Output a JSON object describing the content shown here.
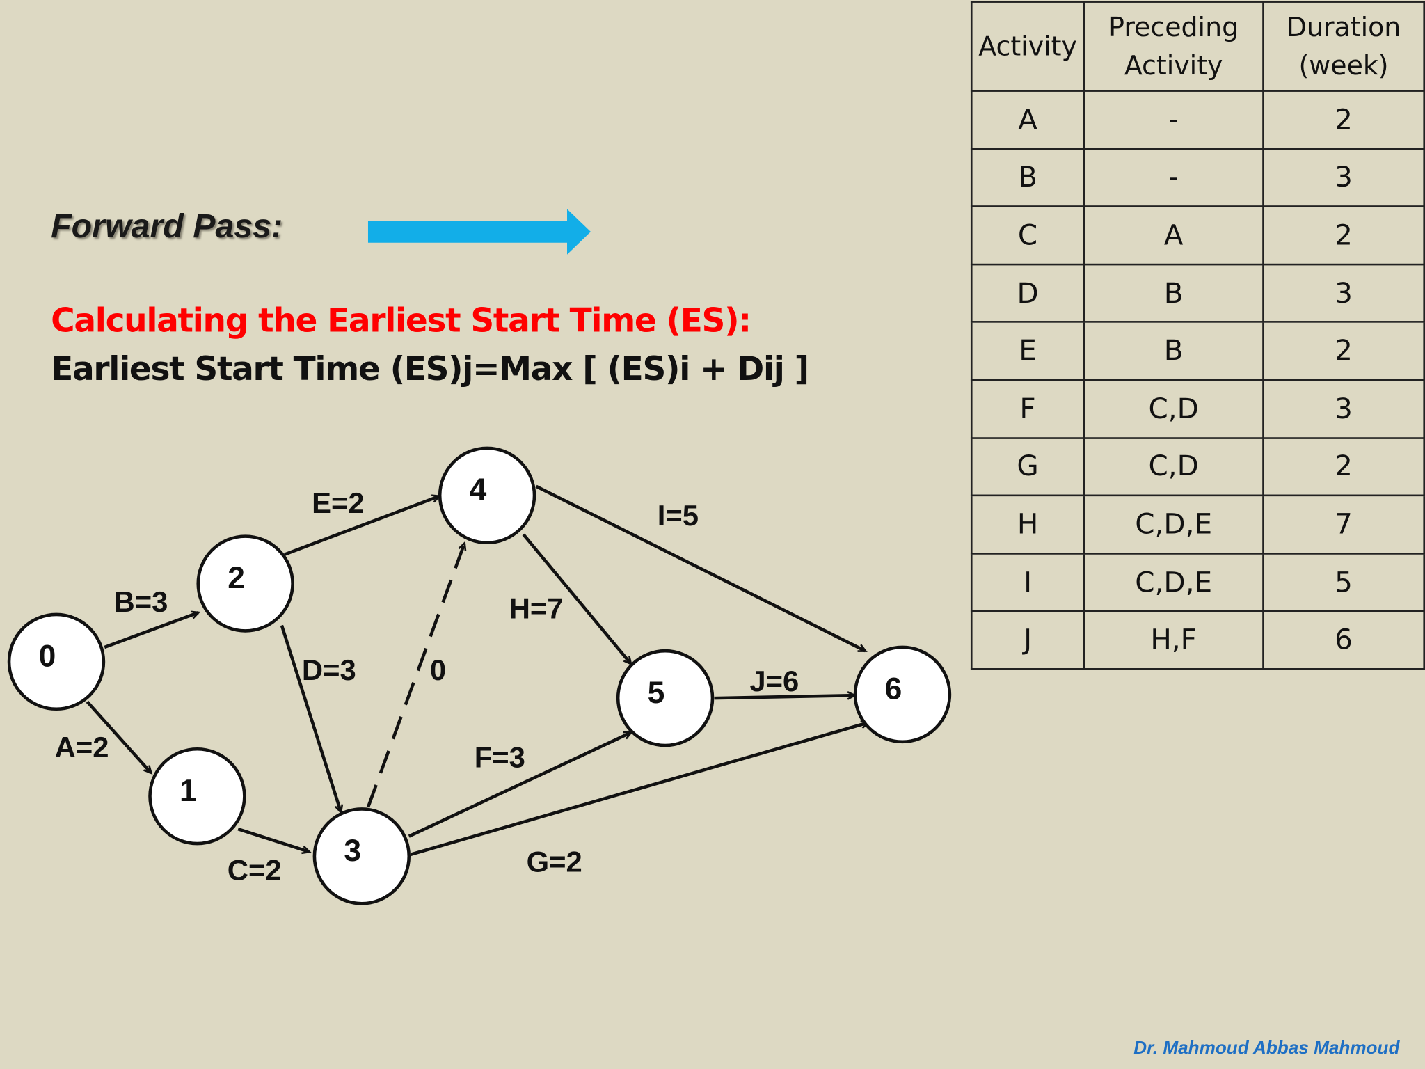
{
  "heading": {
    "forward_pass": "Forward Pass:",
    "calc_title": "Calculating the Earliest Start Time (ES):",
    "formula": "Earliest Start Time (ES)j=Max [ (ES)i + Dij ]"
  },
  "colors": {
    "background": "#ddd9c3",
    "arrow": "#12aee8",
    "title_red": "#ff0000",
    "footer_blue": "#1e6fc4"
  },
  "arrow_icon": "right-arrow",
  "table": {
    "headers": [
      "Activity",
      "Preceding Activity",
      "Duration (week)"
    ],
    "rows": [
      [
        "A",
        "-",
        "2"
      ],
      [
        "B",
        "-",
        "3"
      ],
      [
        "C",
        "A",
        "2"
      ],
      [
        "D",
        "B",
        "3"
      ],
      [
        "E",
        "B",
        "2"
      ],
      [
        "F",
        "C,D",
        "3"
      ],
      [
        "G",
        "C,D",
        "2"
      ],
      [
        "H",
        "C,D,E",
        "7"
      ],
      [
        "I",
        "C,D,E",
        "5"
      ],
      [
        "J",
        "H,F",
        "6"
      ]
    ]
  },
  "network": {
    "nodes": [
      "0",
      "1",
      "2",
      "3",
      "4",
      "5",
      "6"
    ],
    "edges": [
      {
        "from": "0",
        "to": "1",
        "label": "A=2"
      },
      {
        "from": "0",
        "to": "2",
        "label": "B=3"
      },
      {
        "from": "1",
        "to": "3",
        "label": "C=2"
      },
      {
        "from": "2",
        "to": "3",
        "label": "D=3"
      },
      {
        "from": "2",
        "to": "4",
        "label": "E=2"
      },
      {
        "from": "3",
        "to": "4",
        "label": "0",
        "dummy": true
      },
      {
        "from": "3",
        "to": "5",
        "label": "F=3"
      },
      {
        "from": "3",
        "to": "6",
        "label": "G=2"
      },
      {
        "from": "4",
        "to": "5",
        "label": "H=7"
      },
      {
        "from": "4",
        "to": "6",
        "label": "I=5"
      },
      {
        "from": "5",
        "to": "6",
        "label": "J=6"
      }
    ]
  },
  "footer": "Dr. Mahmoud Abbas Mahmoud"
}
